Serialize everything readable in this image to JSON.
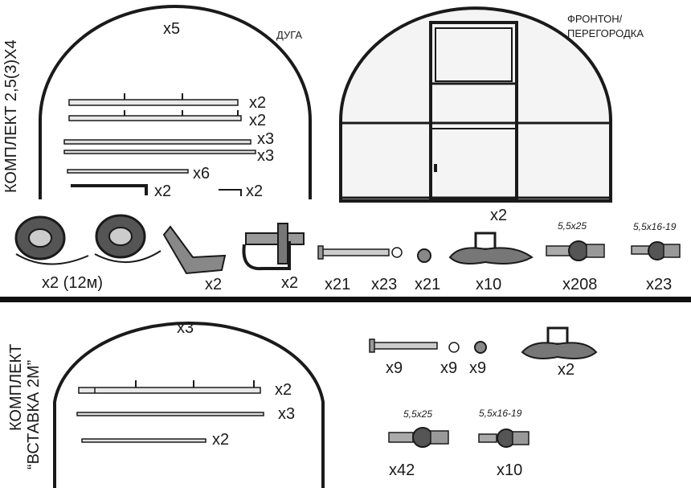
{
  "kit1": {
    "title": "КОМПЛЕКТ 2,5(3)Х4",
    "arch": {
      "label": "ДУГА",
      "qty": "x5"
    },
    "gable": {
      "label_line1": "ФРОНТОН/",
      "label_line2": "ПЕРЕГОРОДКА",
      "qty": "x2"
    },
    "bars": [
      "x2",
      "x2",
      "x3",
      "x3",
      "x6",
      "x2",
      "x2"
    ],
    "fasteners": [
      "x2 (12м)",
      "x2",
      "x2",
      "x21",
      "x23",
      "x21",
      "x10",
      "x208",
      "x23"
    ],
    "screw_sizes": [
      "5,5x25",
      "5,5x16-19"
    ]
  },
  "kit2": {
    "title_line1": "КОМПЛЕКТ",
    "title_line2": "“ВСТАВКА 2М”",
    "arch": {
      "qty": "x3"
    },
    "bars": [
      "x2",
      "x3",
      "x2"
    ],
    "fasteners": [
      "x9",
      "x9",
      "x9",
      "x2",
      "x42",
      "x10"
    ],
    "screw_sizes": [
      "5,5x25",
      "5,5x16-19"
    ]
  },
  "colors": {
    "ink": "#1a1a1a",
    "divider": "#111111",
    "part": "#555555"
  }
}
